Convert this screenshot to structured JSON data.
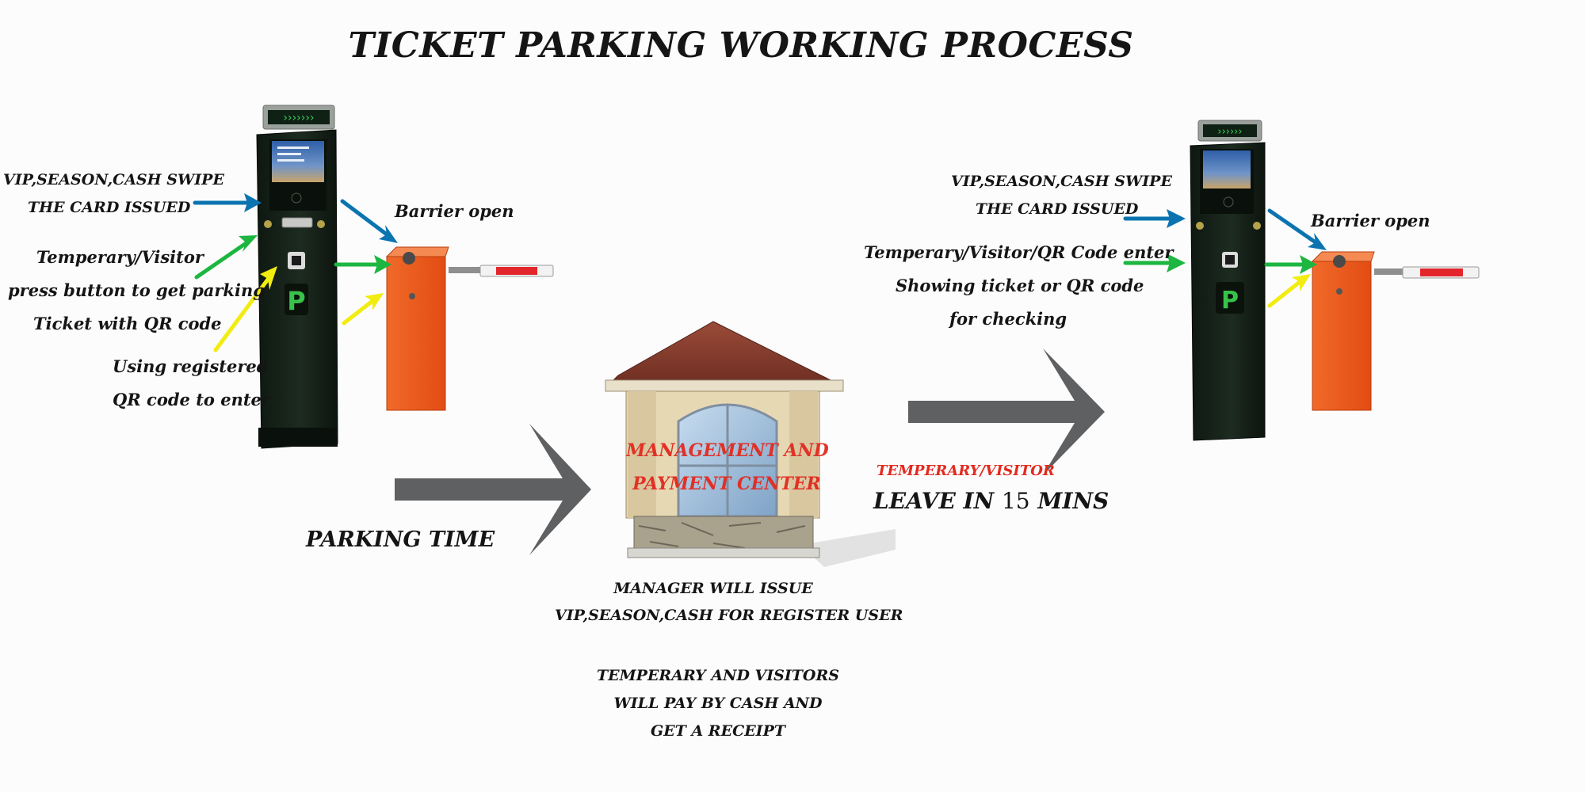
{
  "title": "TICKET PARKING WORKING PROCESS",
  "entry": {
    "card_line1": "VIP,SEASON,CASH SWIPE",
    "card_line2": "THE CARD ISSUED",
    "visitor_line1": "Temperary/Visitor",
    "visitor_line2": "press button to get parking",
    "visitor_line3": "Ticket with QR code",
    "registered_line1": "Using registered",
    "registered_line2": "QR code to enter",
    "barrier_label": "Barrier open",
    "kiosk_logo": "P"
  },
  "middle": {
    "parking_time": "PARKING TIME",
    "booth_line1": "MANAGEMENT AND",
    "booth_line2": "PAYMENT CENTER",
    "manager_line1": "MANAGER WILL ISSUE",
    "manager_line2": "VIP,SEASON,CASH FOR REGISTER USER",
    "pay_line1": "TEMPERARY AND VISITORS",
    "pay_line2": "WILL PAY BY CASH AND",
    "pay_line3": "GET A RECEIPT"
  },
  "exit": {
    "card_line1": "VIP,SEASON,CASH SWIPE",
    "card_line2": "THE CARD ISSUED",
    "visitor_line1": "Temperary/Visitor/QR Code enter",
    "visitor_line2": "Showing ticket or QR code",
    "visitor_line3": "for checking",
    "barrier_label": "Barrier open",
    "temp_visitor": "TEMPERARY/VISITOR",
    "leave_a": "LEAVE IN",
    "leave_num": "15",
    "leave_b": "MINS",
    "kiosk_logo": "P"
  },
  "colors": {
    "kiosk_body": "#17231a",
    "barrier": "#ef5a1c",
    "arrow_blue": "#0b74b0",
    "arrow_green": "#1cb640",
    "arrow_yellow": "#f2ec11",
    "flow_arrow": "#5f6062",
    "accent_red": "#e22a1f"
  }
}
